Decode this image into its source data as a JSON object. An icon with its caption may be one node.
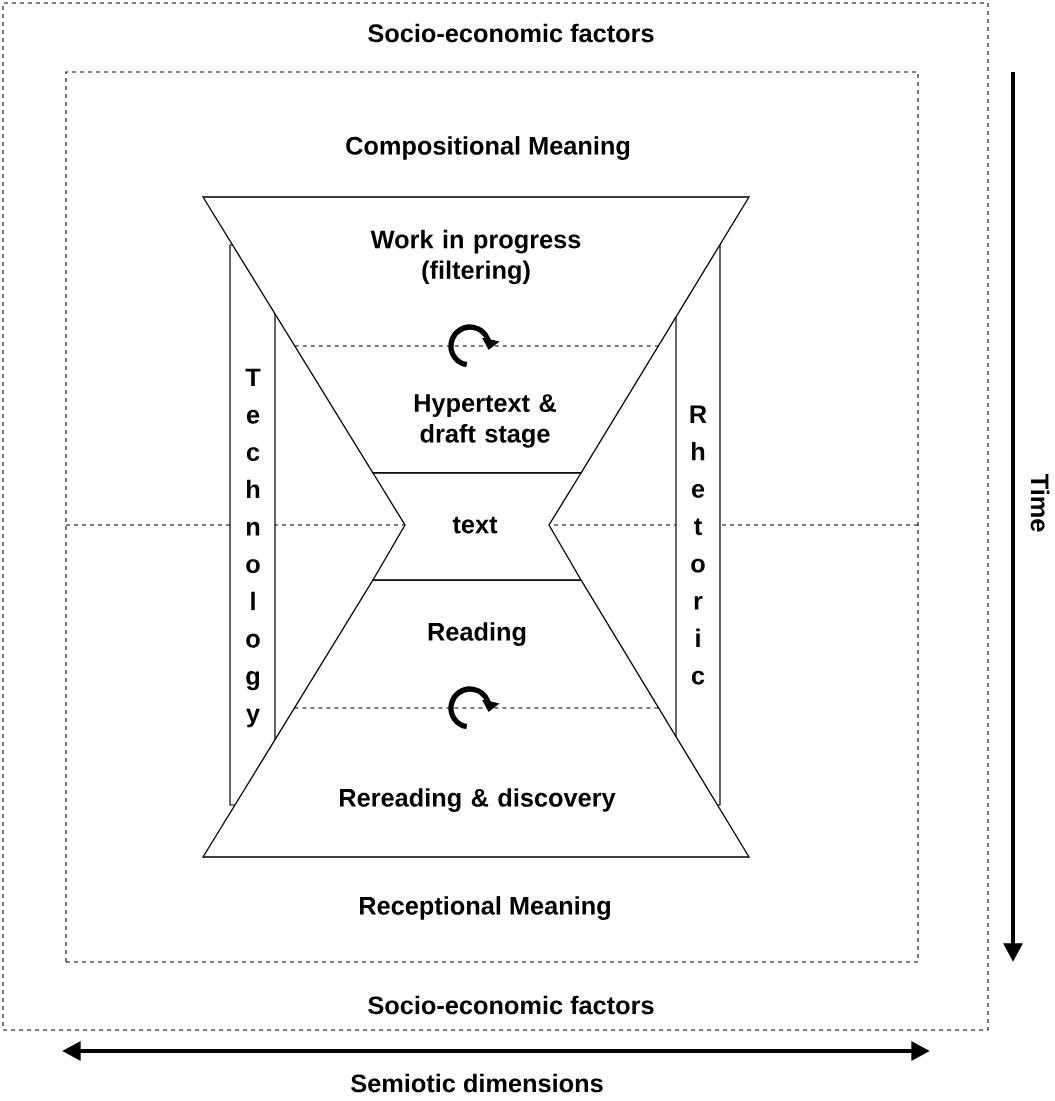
{
  "diagram": {
    "nodes": [
      {
        "text": [
          "Socio-economic factors",
          "Socio-economic factors"
        ]
      },
      {
        "text": [
          "Compositional Meaning",
          "Receptional Meaning"
        ],
        "in": 0
      },
      {
        "text": [
          "Work in progress (filtering)",
          "Hypertext & draft stage"
        ],
        "in": 1
      },
      {
        "text": [
          "text"
        ],
        "in": 1
      },
      {
        "text": [
          "Reading",
          "Rereading & discovery"
        ],
        "in": 1
      },
      {
        "text": [
          "Technology"
        ],
        "in": 1
      },
      {
        "text": [
          "Rhetoric"
        ],
        "in": 1
      }
    ],
    "labels": [
      "Time",
      "Semiotic dimensions"
    ]
  }
}
